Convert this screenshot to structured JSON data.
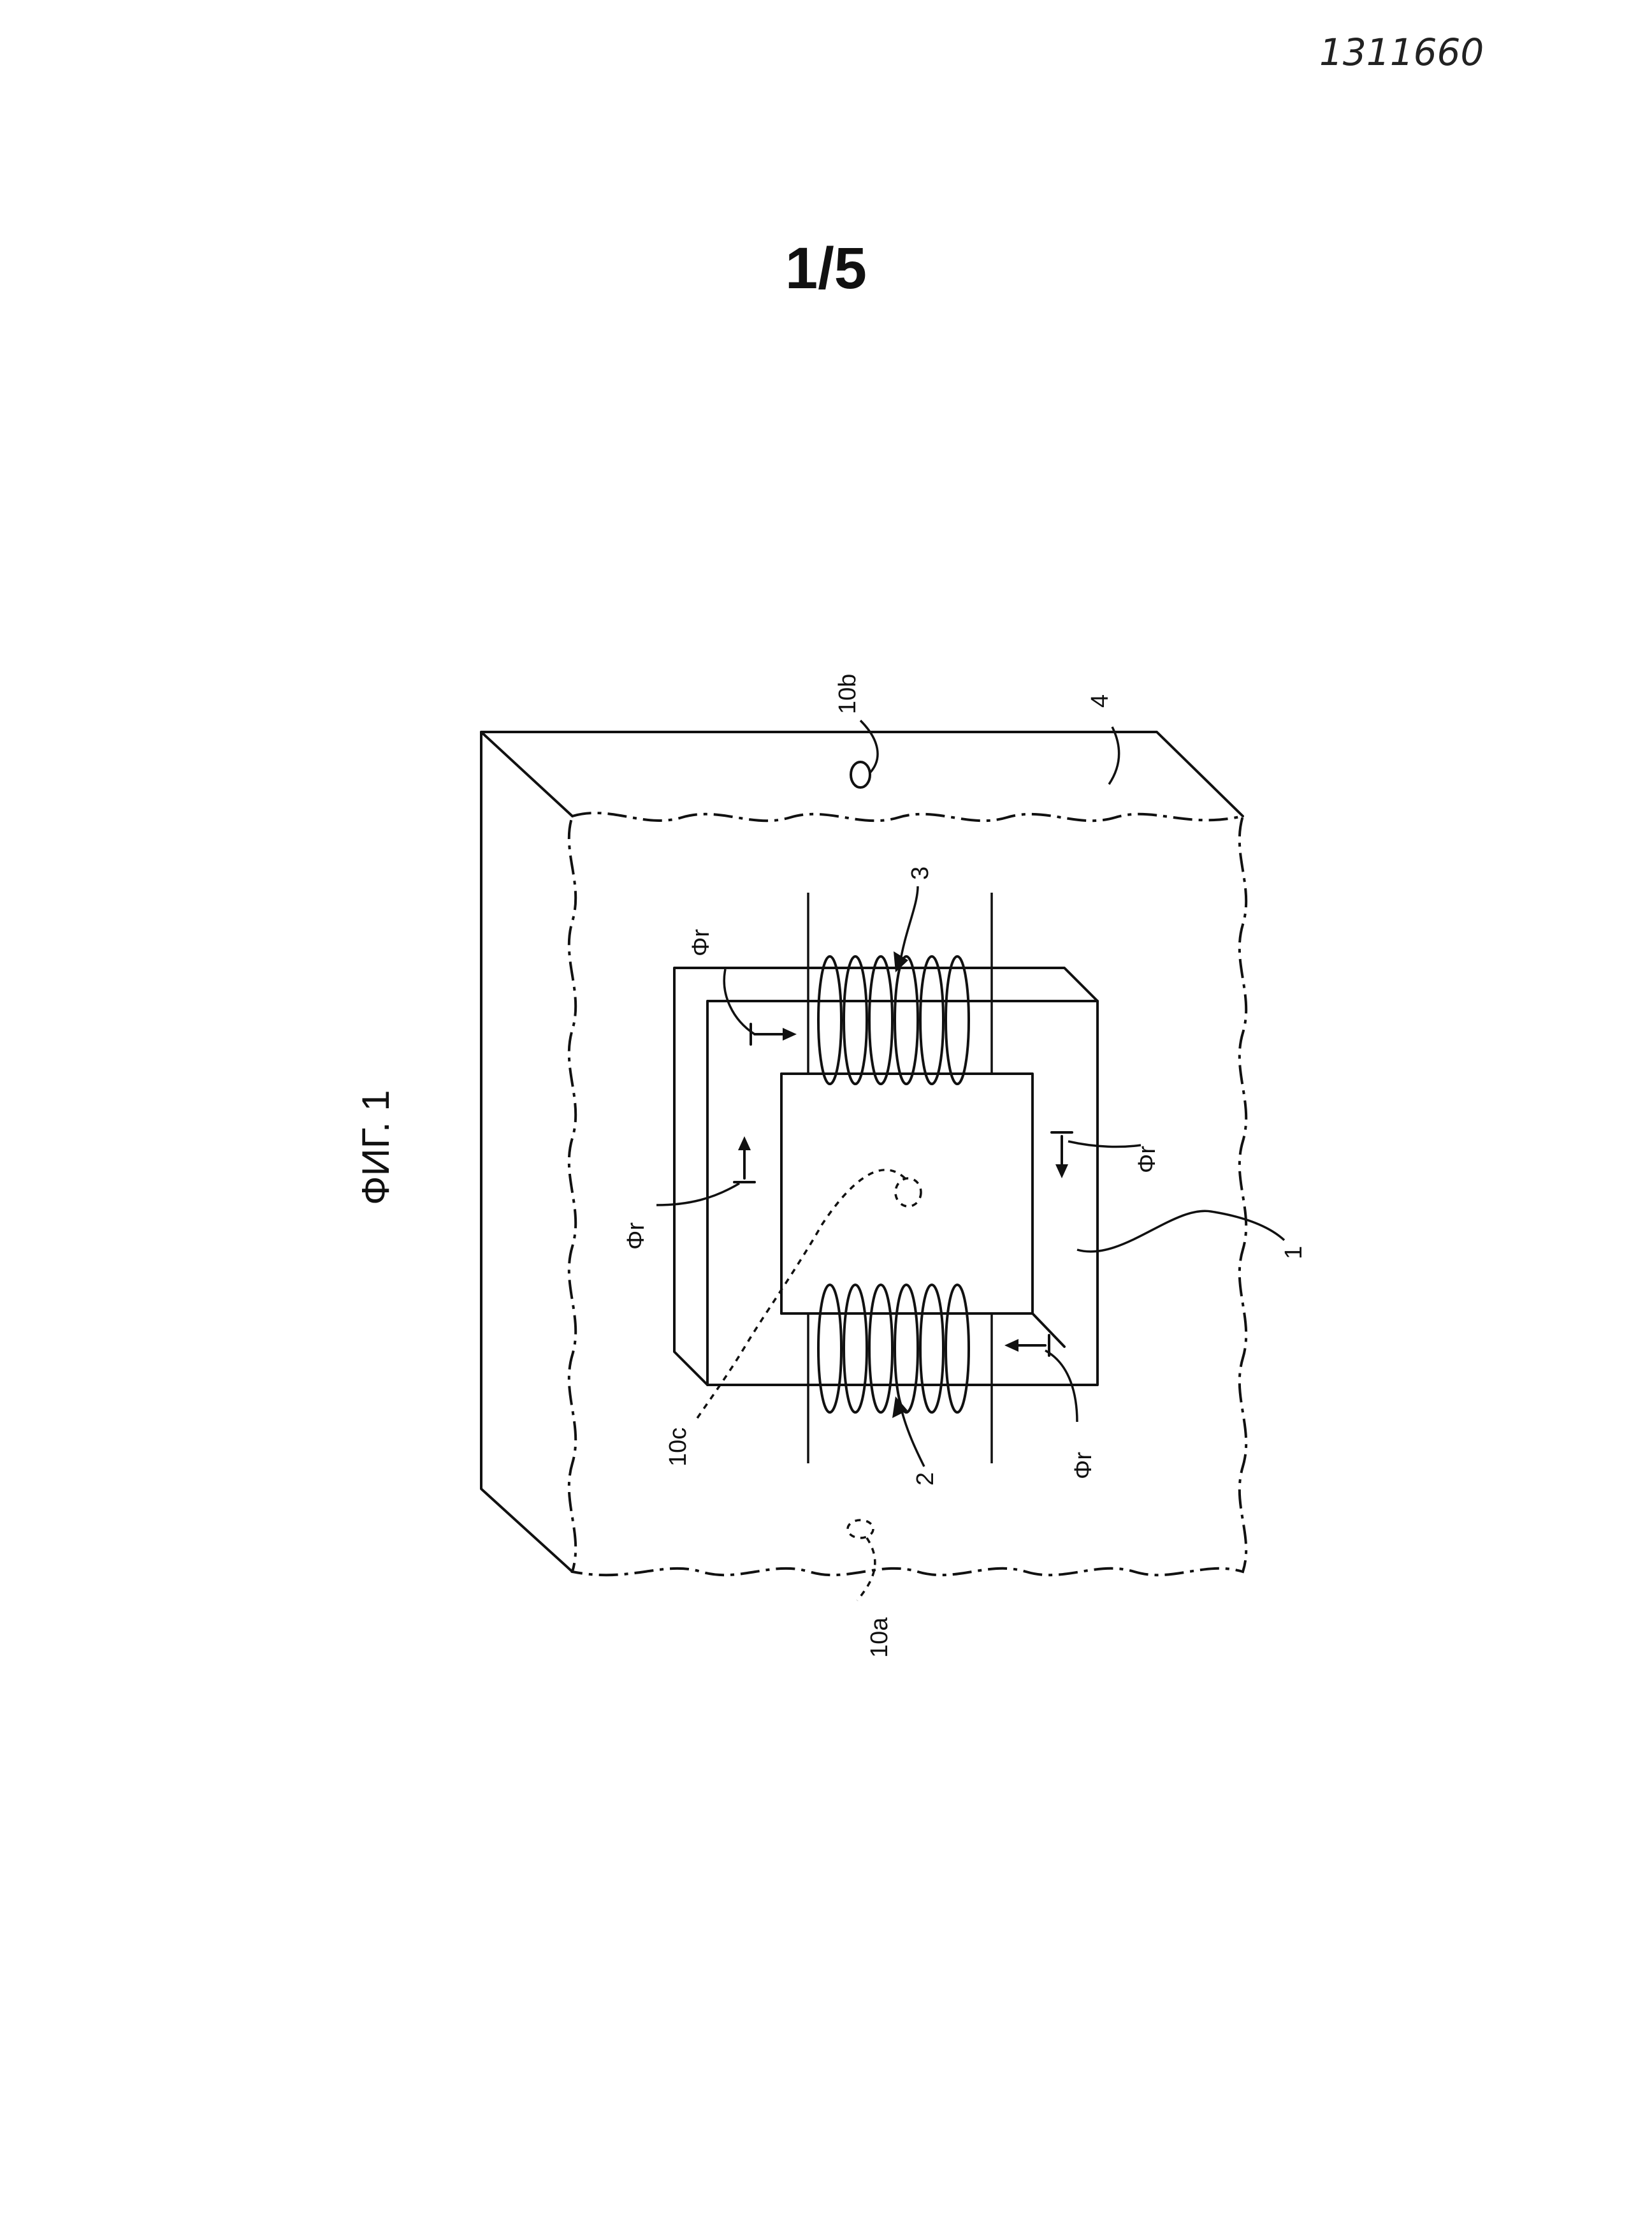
{
  "header": {
    "doc_number": "1311660",
    "sheet": "1/5"
  },
  "figure": {
    "caption": "ФИГ. 1",
    "labels": {
      "body": "4",
      "core": "1",
      "coil_top": "3",
      "coil_bottom": "2",
      "hole_b": "10b",
      "hole_a": "10a",
      "hole_c": "10c",
      "flux": "Φr"
    }
  }
}
